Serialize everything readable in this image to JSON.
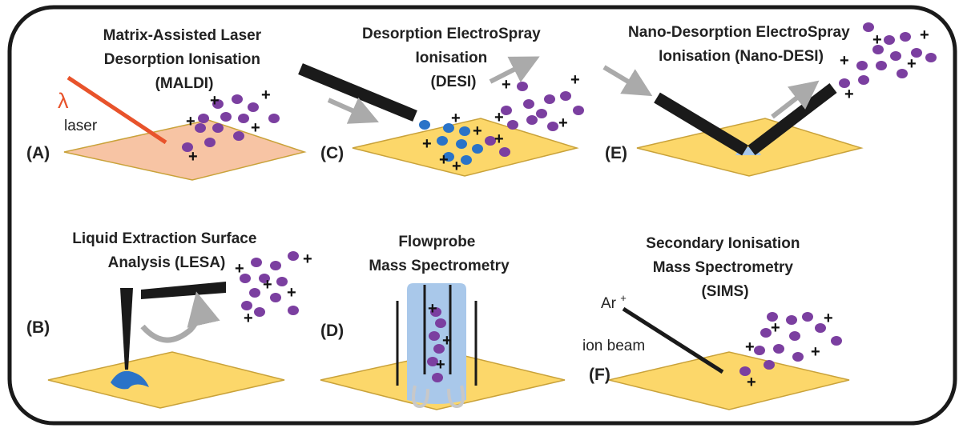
{
  "colors": {
    "frame": "#1a1a1a",
    "surface_gold": "#fcd76a",
    "surface_pink": "#f7c4a4",
    "surface_stroke": "#c9a23a",
    "ion": "#7b3fa0",
    "droplet": "#2a73c8",
    "laser": "#e8532b",
    "probe": "#1a1a1a",
    "arrow": "#aaaaaa",
    "flow": "#a9c8ea"
  },
  "panels": {
    "A": {
      "label": "(A)",
      "title": [
        "Matrix-Assisted Laser",
        "Desorption Ionisation",
        "(MALDI)"
      ],
      "lambda": "λ",
      "laser_label": "laser"
    },
    "B": {
      "label": "(B)",
      "title": [
        "Liquid Extraction Surface",
        "Analysis (LESA)"
      ]
    },
    "C": {
      "label": "(C)",
      "title": [
        "Desorption ElectroSpray",
        "Ionisation",
        "(DESI)"
      ]
    },
    "D": {
      "label": "(D)",
      "title": [
        "Flowprobe",
        "Mass Spectrometry"
      ]
    },
    "E": {
      "label": "(E)",
      "title": [
        "Nano-Desorption ElectroSpray",
        "Ionisation (Nano-DESI)"
      ]
    },
    "F": {
      "label": "(F)",
      "title": [
        "Secondary Ionisation",
        "Mass Spectrometry",
        "(SIMS)"
      ],
      "ion_symbol": "Ar",
      "ion_charge": "+",
      "beam_label": "ion beam"
    }
  },
  "plus_sign": "+"
}
